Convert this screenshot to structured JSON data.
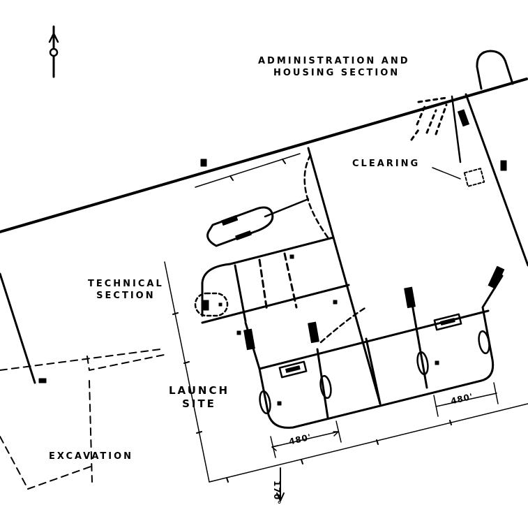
{
  "labels": {
    "admin_line1": "ADMINISTRATION AND",
    "admin_line2": "HOUSING SECTION",
    "clearing": "CLEARING",
    "technical_line1": "TECHNICAL",
    "technical_line2": "SECTION",
    "launch_line1": "LAUNCH",
    "launch_line2": "SITE",
    "excavation": "EXCAVATION"
  },
  "dimensions": {
    "left_spacing": "480'",
    "right_spacing": "480'",
    "bearing": "170°"
  },
  "colors": {
    "ink": "#000000",
    "paper": "#ffffff"
  }
}
